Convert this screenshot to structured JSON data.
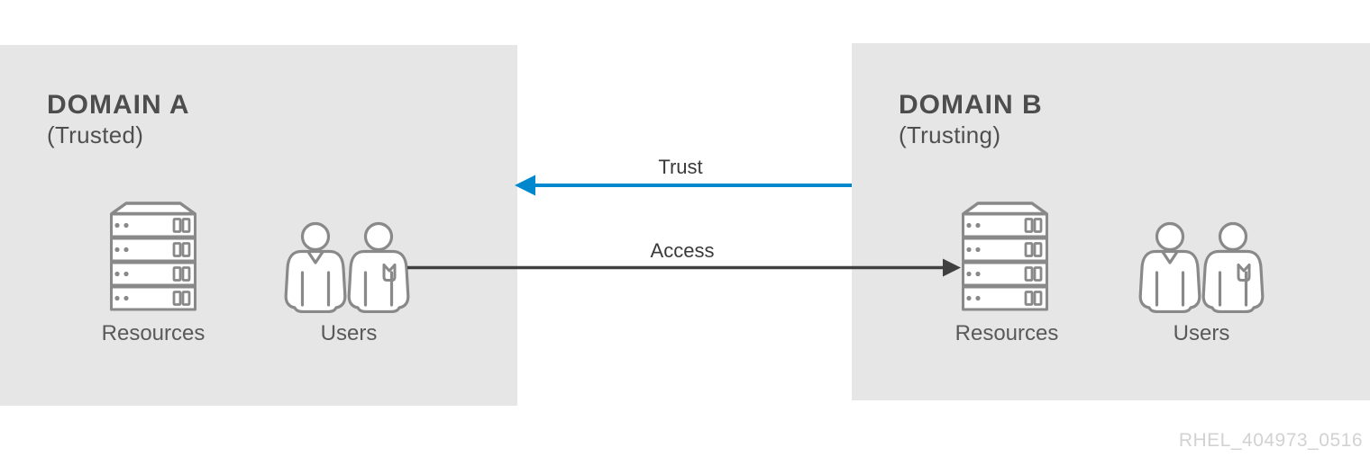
{
  "domain_a": {
    "title": "DOMAIN A",
    "subtitle": "(Trusted)",
    "resources_label": "Resources",
    "users_label": "Users"
  },
  "domain_b": {
    "title": "DOMAIN B",
    "subtitle": "(Trusting)",
    "resources_label": "Resources",
    "users_label": "Users"
  },
  "arrows": {
    "trust": {
      "label": "Trust",
      "direction": "left",
      "color": "#0088ce"
    },
    "access": {
      "label": "Access",
      "direction": "right",
      "color": "#404040"
    }
  },
  "watermark": "RHEL_404973_0516",
  "colors": {
    "panel_bg": "#e6e6e6",
    "icon_stroke": "#898989",
    "title_text": "#4d4d4d",
    "label_text": "#595959",
    "trust_arrow": "#0088ce",
    "access_arrow": "#404040",
    "watermark_text": "#d2d2d2"
  }
}
